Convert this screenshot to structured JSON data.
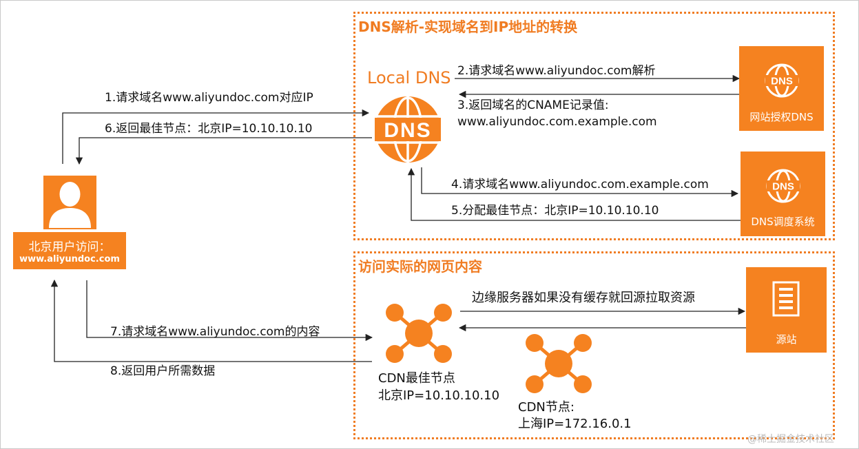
{
  "sections": {
    "dns_title": "DNS解析-实现域名到IP地址的转换",
    "content_title": "访问实际的网页内容"
  },
  "user": {
    "label_line1": "北京用户访问：",
    "label_line2": "www.aliyundoc.com"
  },
  "local_dns": {
    "title": "Local DNS",
    "icon_text": "DNS"
  },
  "authoritative_dns": {
    "label": "网站授权DNS",
    "icon_text": "DNS"
  },
  "scheduler_dns": {
    "label": "DNS调度系统",
    "icon_text": "DNS"
  },
  "origin": {
    "label": "源站"
  },
  "cdn_best": {
    "line1": "CDN最佳节点",
    "line2": "北京IP=10.10.10.10"
  },
  "cdn_node": {
    "line1": "CDN节点:",
    "line2": "上海IP=172.16.0.1"
  },
  "steps": {
    "s1": "1.请求域名www.aliyundoc.com对应IP",
    "s2": "2.请求域名www.aliyundoc.com解析",
    "s3_line1": "3.返回域名的CNAME记录值:",
    "s3_line2": "www.aliyundoc.com.example.com",
    "s4": "4.请求域名www.aliyundoc.com.example.com",
    "s5": "5.分配最佳节点：北京IP=10.10.10.10",
    "s6": "6.返回最佳节点：北京IP=10.10.10.10",
    "s7": "7.请求域名www.aliyundoc.com的内容",
    "s8": "8.返回用户所需数据",
    "origin_fetch": "边缘服务器如果没有缓存就回源拉取资源"
  },
  "watermark": "@稀土掘金技术社区",
  "colors": {
    "accent": "#f58220",
    "line": "#222222"
  }
}
